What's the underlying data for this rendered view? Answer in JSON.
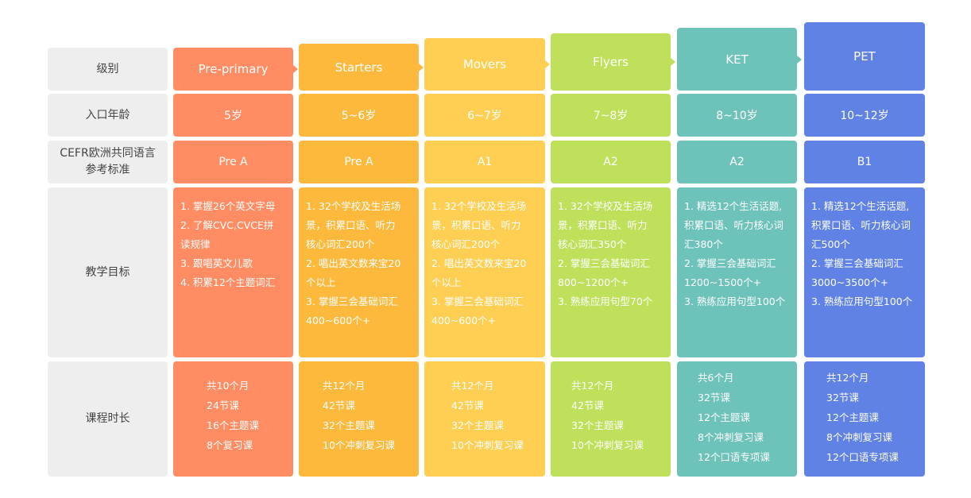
{
  "row_labels": {
    "level": "级别",
    "age": "入口年龄",
    "cefr": "CEFR欧洲共同语言\n参考标准",
    "goals": "教学目标",
    "duration": "课程时长"
  },
  "columns": [
    {
      "name": "Pre-primary",
      "age": "5岁",
      "cefr": "Pre A",
      "color": "#FF8C62",
      "goals": "1. 掌握26个英文字母\n2. 了解CVC,CVCE拼\n读规律\n3. 跟唱英文儿歌\n4. 积累12个主题词汇",
      "duration": "共10个月\n24节课\n16个主题课\n8个复习课"
    },
    {
      "name": "Starters",
      "age": "5~6岁",
      "cefr": "Pre A",
      "color": "#FDB93C",
      "goals": "1. 32个学校及生活场\n景，积累口语、听力\n核心词汇200个\n2. 唱出英文数来宝20\n个以上\n3. 掌握三会基础词汇\n400~600个+",
      "duration": "共12个月\n42节课\n32个主题课\n10个冲刺复习课"
    },
    {
      "name": "Movers",
      "age": "6~7岁",
      "cefr": "A1",
      "color": "#FECF52",
      "goals": "1. 32个学校及生活场\n景，积累口语、听力\n核心词汇200个\n2. 唱出英文数来宝20\n个以上\n3. 掌握三会基础词汇\n400~600个+",
      "duration": "共12个月\n42节课\n32个主题课\n10个冲刺复习课"
    },
    {
      "name": "Flyers",
      "age": "7~8岁",
      "cefr": "A2",
      "color": "#BEE05A",
      "goals": "1. 32个学校及生活场\n景，积累口语、听力\n核心词汇350个\n2. 掌握三会基础词汇\n800~1200个+\n3. 熟练应用句型70个",
      "duration": "共12个月\n42节课\n32个主题课\n10个冲刺复习课"
    },
    {
      "name": "KET",
      "age": "8~10岁",
      "cefr": "A2",
      "color": "#6DC2BA",
      "goals": "1. 精选12个生活话题,\n积累口语、听力核心词\n汇380个\n2. 掌握三会基础词汇\n1200~1500个+\n3. 熟练应用句型100个",
      "duration": "共6个月\n32节课\n12个主题课\n8个冲刺复习课\n12个口语专项课"
    },
    {
      "name": "PET",
      "age": "10~12岁",
      "cefr": "B1",
      "color": "#5F82E4",
      "goals": "1. 精选12个生活话题,\n积累口语、听力核心词\n汇500个\n2. 掌握三会基础词汇\n3000~3500个+\n3. 熟练应用句型100个",
      "duration": "共12个月\n32节课\n12个主题课\n8个冲刺复习课\n12个口语专项课"
    }
  ]
}
